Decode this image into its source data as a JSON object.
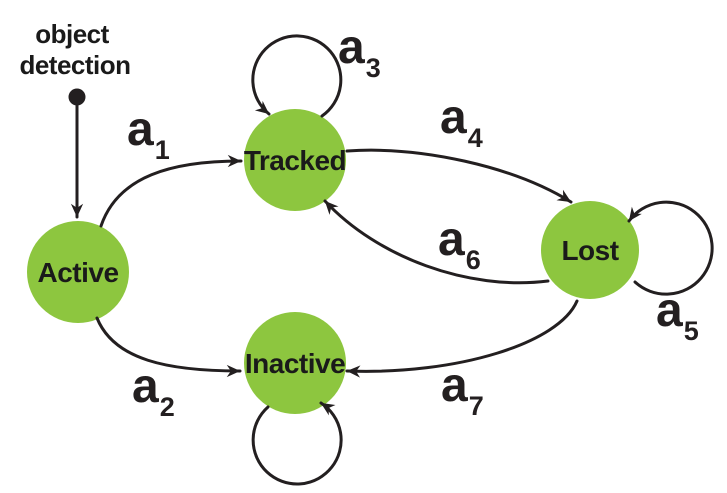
{
  "colors": {
    "node_fill": "#8dc63f",
    "line": "#231f20",
    "text": "#1a1a1a"
  },
  "start": {
    "line1": "object",
    "line2": "detection"
  },
  "states": {
    "active": {
      "label": "Active"
    },
    "tracked": {
      "label": "Tracked"
    },
    "lost": {
      "label": "Lost"
    },
    "inactive": {
      "label": "Inactive"
    }
  },
  "transitions": {
    "a1": {
      "label": "a",
      "sub": "1",
      "from": "Active",
      "to": "Tracked"
    },
    "a2": {
      "label": "a",
      "sub": "2",
      "from": "Active",
      "to": "Inactive"
    },
    "a3": {
      "label": "a",
      "sub": "3",
      "from": "Tracked",
      "to": "Tracked"
    },
    "a4": {
      "label": "a",
      "sub": "4",
      "from": "Tracked",
      "to": "Lost"
    },
    "a5": {
      "label": "a",
      "sub": "5",
      "from": "Lost",
      "to": "Lost"
    },
    "a6": {
      "label": "a",
      "sub": "6",
      "from": "Lost",
      "to": "Tracked"
    },
    "a7": {
      "label": "a",
      "sub": "7",
      "from": "Lost",
      "to": "Inactive"
    },
    "inactive_loop": {
      "label": "",
      "sub": "",
      "from": "Inactive",
      "to": "Inactive"
    }
  }
}
